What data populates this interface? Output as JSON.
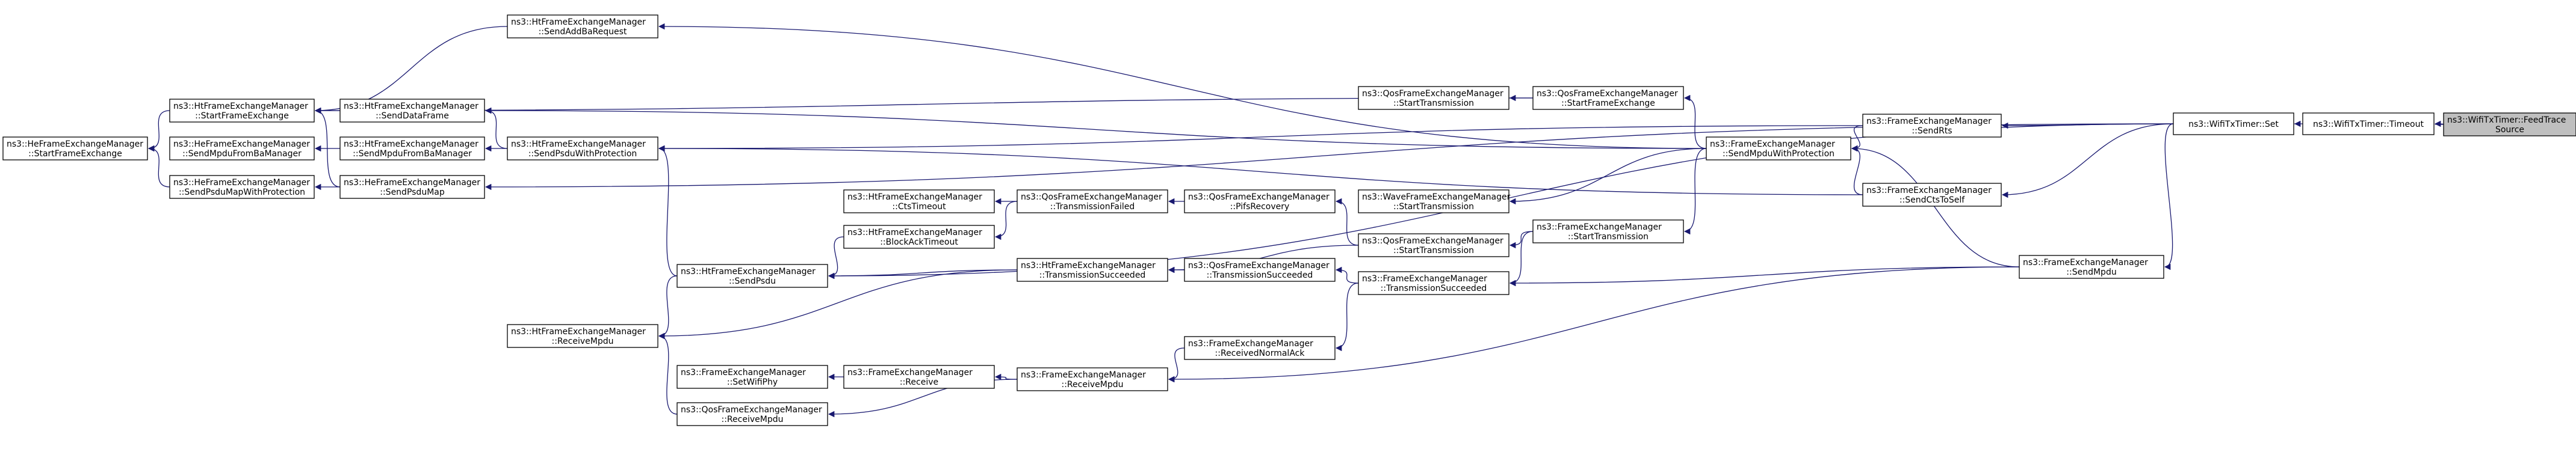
{
  "graph": {
    "title": "",
    "edge_color": "#191970",
    "root_fill": "#bfbfbf",
    "nodes": [
      {
        "id": "readtrace",
        "lines": [
          "ns3::WifiTxTimer::FeedTrace",
          "Source"
        ]
      },
      {
        "id": "timeout",
        "lines": [
          "ns3::WifiTxTimer::Timeout"
        ]
      },
      {
        "id": "set",
        "lines": [
          "ns3::WifiTxTimer::Set"
        ]
      },
      {
        "id": "fem_sendrts",
        "lines": [
          "ns3::FrameExchangeManager",
          "::SendRts"
        ]
      },
      {
        "id": "fem_sendctstoself",
        "lines": [
          "ns3::FrameExchangeManager",
          "::SendCtsToSelf"
        ]
      },
      {
        "id": "fem_sendmpdu",
        "lines": [
          "ns3::FrameExchangeManager",
          "::SendMpdu"
        ]
      },
      {
        "id": "fem_sendmpduwithprot",
        "lines": [
          "ns3::FrameExchangeManager",
          "::SendMpduWithProtection"
        ]
      },
      {
        "id": "qfem_startframeexchange",
        "lines": [
          "ns3::QosFrameExchangeManager",
          "::StartFrameExchange"
        ]
      },
      {
        "id": "fem_starttransmission",
        "lines": [
          "ns3::FrameExchangeManager",
          "::StartTransmission"
        ]
      },
      {
        "id": "fem_transmissionsucceeded",
        "lines": [
          "ns3::FrameExchangeManager",
          "::TransmissionSucceeded"
        ]
      },
      {
        "id": "fem_receivednormalack",
        "lines": [
          "ns3::FrameExchangeManager",
          "::ReceivedNormalAck"
        ]
      },
      {
        "id": "fem_receivempdu",
        "lines": [
          "ns3::FrameExchangeManager",
          "::ReceiveMpdu"
        ]
      },
      {
        "id": "fem_receive",
        "lines": [
          "ns3::FrameExchangeManager",
          "::Receive"
        ]
      },
      {
        "id": "fem_setwifiphy",
        "lines": [
          "ns3::FrameExchangeManager",
          "::SetWifiPhy"
        ]
      },
      {
        "id": "qfem_receivempdu",
        "lines": [
          "ns3::QosFrameExchangeManager",
          "::ReceiveMpdu"
        ]
      },
      {
        "id": "qfem_starttransmission",
        "lines": [
          "ns3::QosFrameExchangeManager",
          "::StartTransmission"
        ]
      },
      {
        "id": "qfem_starttransmission_left",
        "lines": [
          "ns3::QosFrameExchangeManager",
          "::StartTransmission"
        ]
      },
      {
        "id": "wave_starttransmission",
        "lines": [
          "ns3::WaveFrameExchangeManager",
          "::StartTransmission"
        ]
      },
      {
        "id": "qfem_pifsrecovery",
        "lines": [
          "ns3::QosFrameExchangeManager",
          "::PifsRecovery"
        ]
      },
      {
        "id": "qfem_transmissionfailed",
        "lines": [
          "ns3::QosFrameExchangeManager",
          "::TransmissionFailed"
        ]
      },
      {
        "id": "qfem_transmissionsucceeded",
        "lines": [
          "ns3::QosFrameExchangeManager",
          "::TransmissionSucceeded"
        ]
      },
      {
        "id": "htfem_ctstimeout",
        "lines": [
          "ns3::HtFrameExchangeManager",
          "::CtsTimeout"
        ]
      },
      {
        "id": "htfem_blockacktimeout",
        "lines": [
          "ns3::HtFrameExchangeManager",
          "::BlockAckTimeout"
        ]
      },
      {
        "id": "htfem_transmissionsucceeded",
        "lines": [
          "ns3::HtFrameExchangeManager",
          "::TransmissionSucceeded"
        ]
      },
      {
        "id": "htfem_sendaddbarequest",
        "lines": [
          "ns3::HtFrameExchangeManager",
          "::SendAddBaRequest"
        ]
      },
      {
        "id": "htfem_senddataframe",
        "lines": [
          "ns3::HtFrameExchangeManager",
          "::SendDataFrame"
        ]
      },
      {
        "id": "htfem_sendmpdufromba",
        "lines": [
          "ns3::HtFrameExchangeManager",
          "::SendMpduFromBaManager"
        ]
      },
      {
        "id": "htfem_sendpsduwithprot",
        "lines": [
          "ns3::HtFrameExchangeManager",
          "::SendPsduWithProtection"
        ]
      },
      {
        "id": "htfem_sendpsdu",
        "lines": [
          "ns3::HtFrameExchangeManager",
          "::SendPsdu"
        ]
      },
      {
        "id": "htfem_receivempdu",
        "lines": [
          "ns3::HtFrameExchangeManager",
          "::ReceiveMpdu"
        ]
      },
      {
        "id": "htfem_startframeexchange",
        "lines": [
          "ns3::HtFrameExchangeManager",
          "::StartFrameExchange"
        ]
      },
      {
        "id": "hefem_sendpsdumap",
        "lines": [
          "ns3::HeFrameExchangeManager",
          "::SendPsduMap"
        ]
      },
      {
        "id": "hefem_sendmpdufromba",
        "lines": [
          "ns3::HeFrameExchangeManager",
          "::SendMpduFromBaManager"
        ]
      },
      {
        "id": "hefem_sendpsdumapwithprot",
        "lines": [
          "ns3::HeFrameExchangeManager",
          "::SendPsduMapWithProtection"
        ]
      },
      {
        "id": "hefem_startframeexchange",
        "lines": [
          "ns3::HeFrameExchangeManager",
          "::StartFrameExchange"
        ]
      },
      {
        "id": "qfem_receivempdu_bottom",
        "lines": [
          "ns3::QosFrameExchangeManager",
          "::ReceiveMpdu"
        ]
      }
    ]
  }
}
